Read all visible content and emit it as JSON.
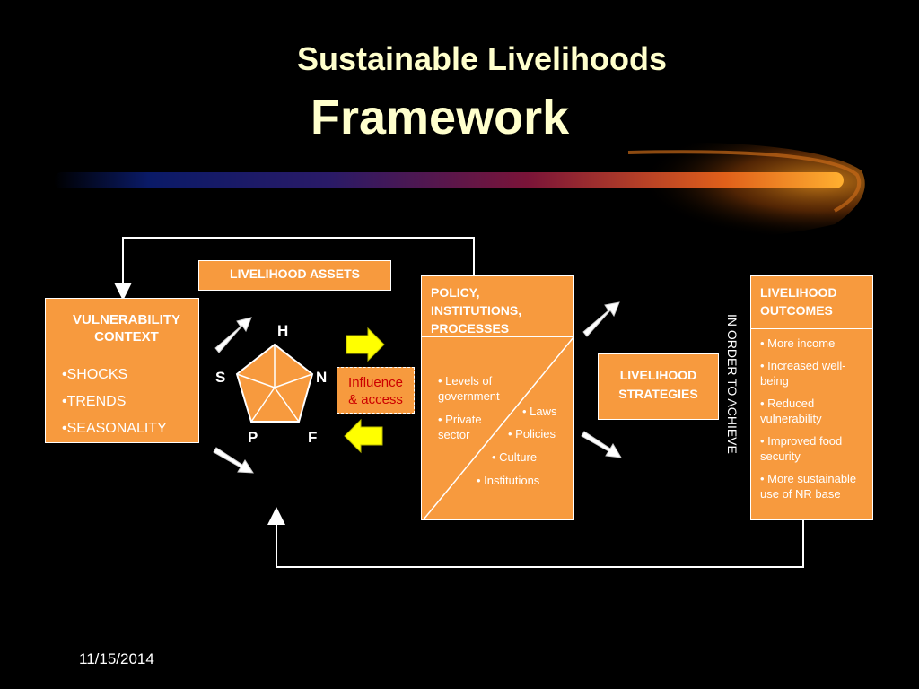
{
  "title": {
    "line1": "Sustainable  Livelihoods",
    "line2": "Framework"
  },
  "vulnerability": {
    "heading": "VULNERABILITY CONTEXT",
    "items": [
      "•SHOCKS",
      "•TRENDS",
      "•SEASONALITY"
    ]
  },
  "assets": {
    "heading": "LIVELIHOOD ASSETS",
    "labels": {
      "h": "H",
      "s": "S",
      "n": "N",
      "p": "P",
      "f": "F"
    }
  },
  "influence": {
    "line1": "Influence",
    "line2": "& access"
  },
  "policy": {
    "heading": "POLICY, INSTITUTIONS, PROCESSES",
    "left_items": [
      "• Levels of government",
      "• Private sector"
    ],
    "right_items": [
      "• Laws",
      "• Policies",
      "• Culture",
      "• Institutions"
    ]
  },
  "strategies": {
    "heading": "LIVELIHOOD STRATEGIES"
  },
  "vertical_text": "IN ORDER TO ACHIEVE",
  "outcomes": {
    "heading": "LIVELIHOOD OUTCOMES",
    "items": [
      "• More income",
      "• Increased well- being",
      "• Reduced vulnerability",
      "• Improved food security",
      "• More sustainable use of NR base"
    ]
  },
  "date": "11/15/2014",
  "colors": {
    "box": "#f79a3e",
    "title": "#ffffcc",
    "arrow_yellow": "#ffff00",
    "influence_text": "#cc0000"
  }
}
